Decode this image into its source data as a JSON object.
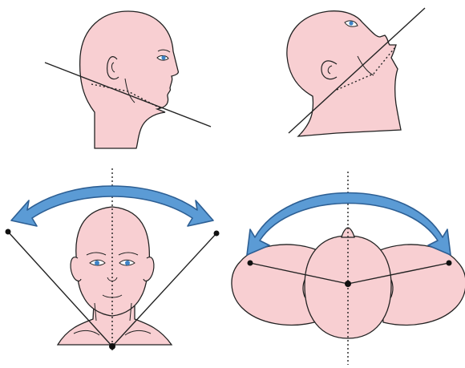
{
  "figure": {
    "panels": [
      {
        "id": "neck-neutral",
        "view": "side"
      },
      {
        "id": "neck-extension",
        "view": "side"
      },
      {
        "id": "lateral-flexion",
        "view": "front"
      },
      {
        "id": "rotation",
        "view": "top"
      }
    ]
  },
  "colors": {
    "skin": "#f8cfd2",
    "skin_shadow": "#f3b8be",
    "outline": "#222222",
    "arrow_fill": "#5b9bd5",
    "arrow_stroke": "#2d5f94",
    "iris": "#3e83c7",
    "background": "#ffffff"
  },
  "icons": {
    "arc_arrow": "double-headed-curved-arrow",
    "pivot": "black-dot"
  }
}
